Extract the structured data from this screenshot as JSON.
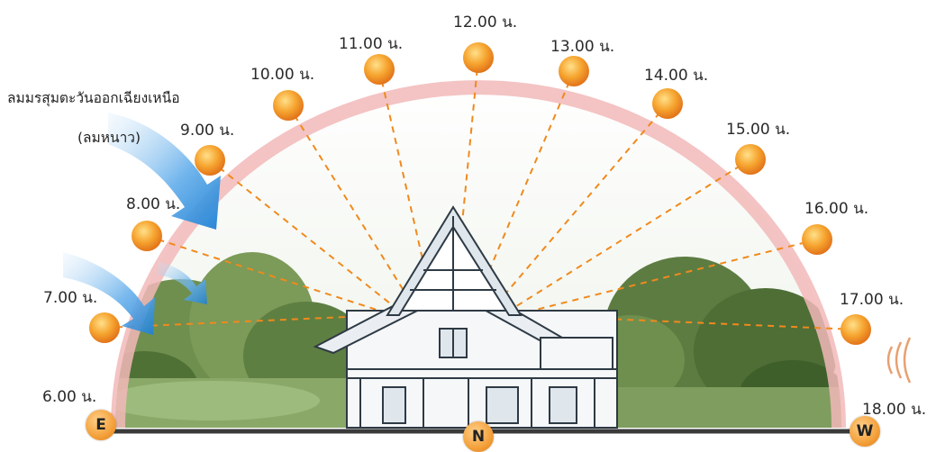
{
  "wind": {
    "line1": "ลมมรสุมตะวันออกเฉียงเหนือ",
    "line2": "(ลมหนาว)"
  },
  "sun_positions": [
    {
      "label": "6.00 น.",
      "visible_sun": false
    },
    {
      "label": "7.00 น.",
      "visible_sun": true
    },
    {
      "label": "8.00 น.",
      "visible_sun": true
    },
    {
      "label": "9.00 น.",
      "visible_sun": true
    },
    {
      "label": "10.00 น.",
      "visible_sun": true
    },
    {
      "label": "11.00 น.",
      "visible_sun": true
    },
    {
      "label": "12.00 น.",
      "visible_sun": true
    },
    {
      "label": "13.00 น.",
      "visible_sun": true
    },
    {
      "label": "14.00 น.",
      "visible_sun": true
    },
    {
      "label": "15.00 น.",
      "visible_sun": true
    },
    {
      "label": "16.00 น.",
      "visible_sun": true
    },
    {
      "label": "17.00 น.",
      "visible_sun": true
    },
    {
      "label": "18.00 น.",
      "visible_sun": false
    }
  ],
  "compass": {
    "east": "E",
    "north": "N",
    "west": "W"
  },
  "colors": {
    "arc": "#f2b8b8",
    "sun": "#f39a2c",
    "ray": "#f08a1c",
    "wind": "#2f8fd8",
    "ground": "#3a3a3a"
  }
}
